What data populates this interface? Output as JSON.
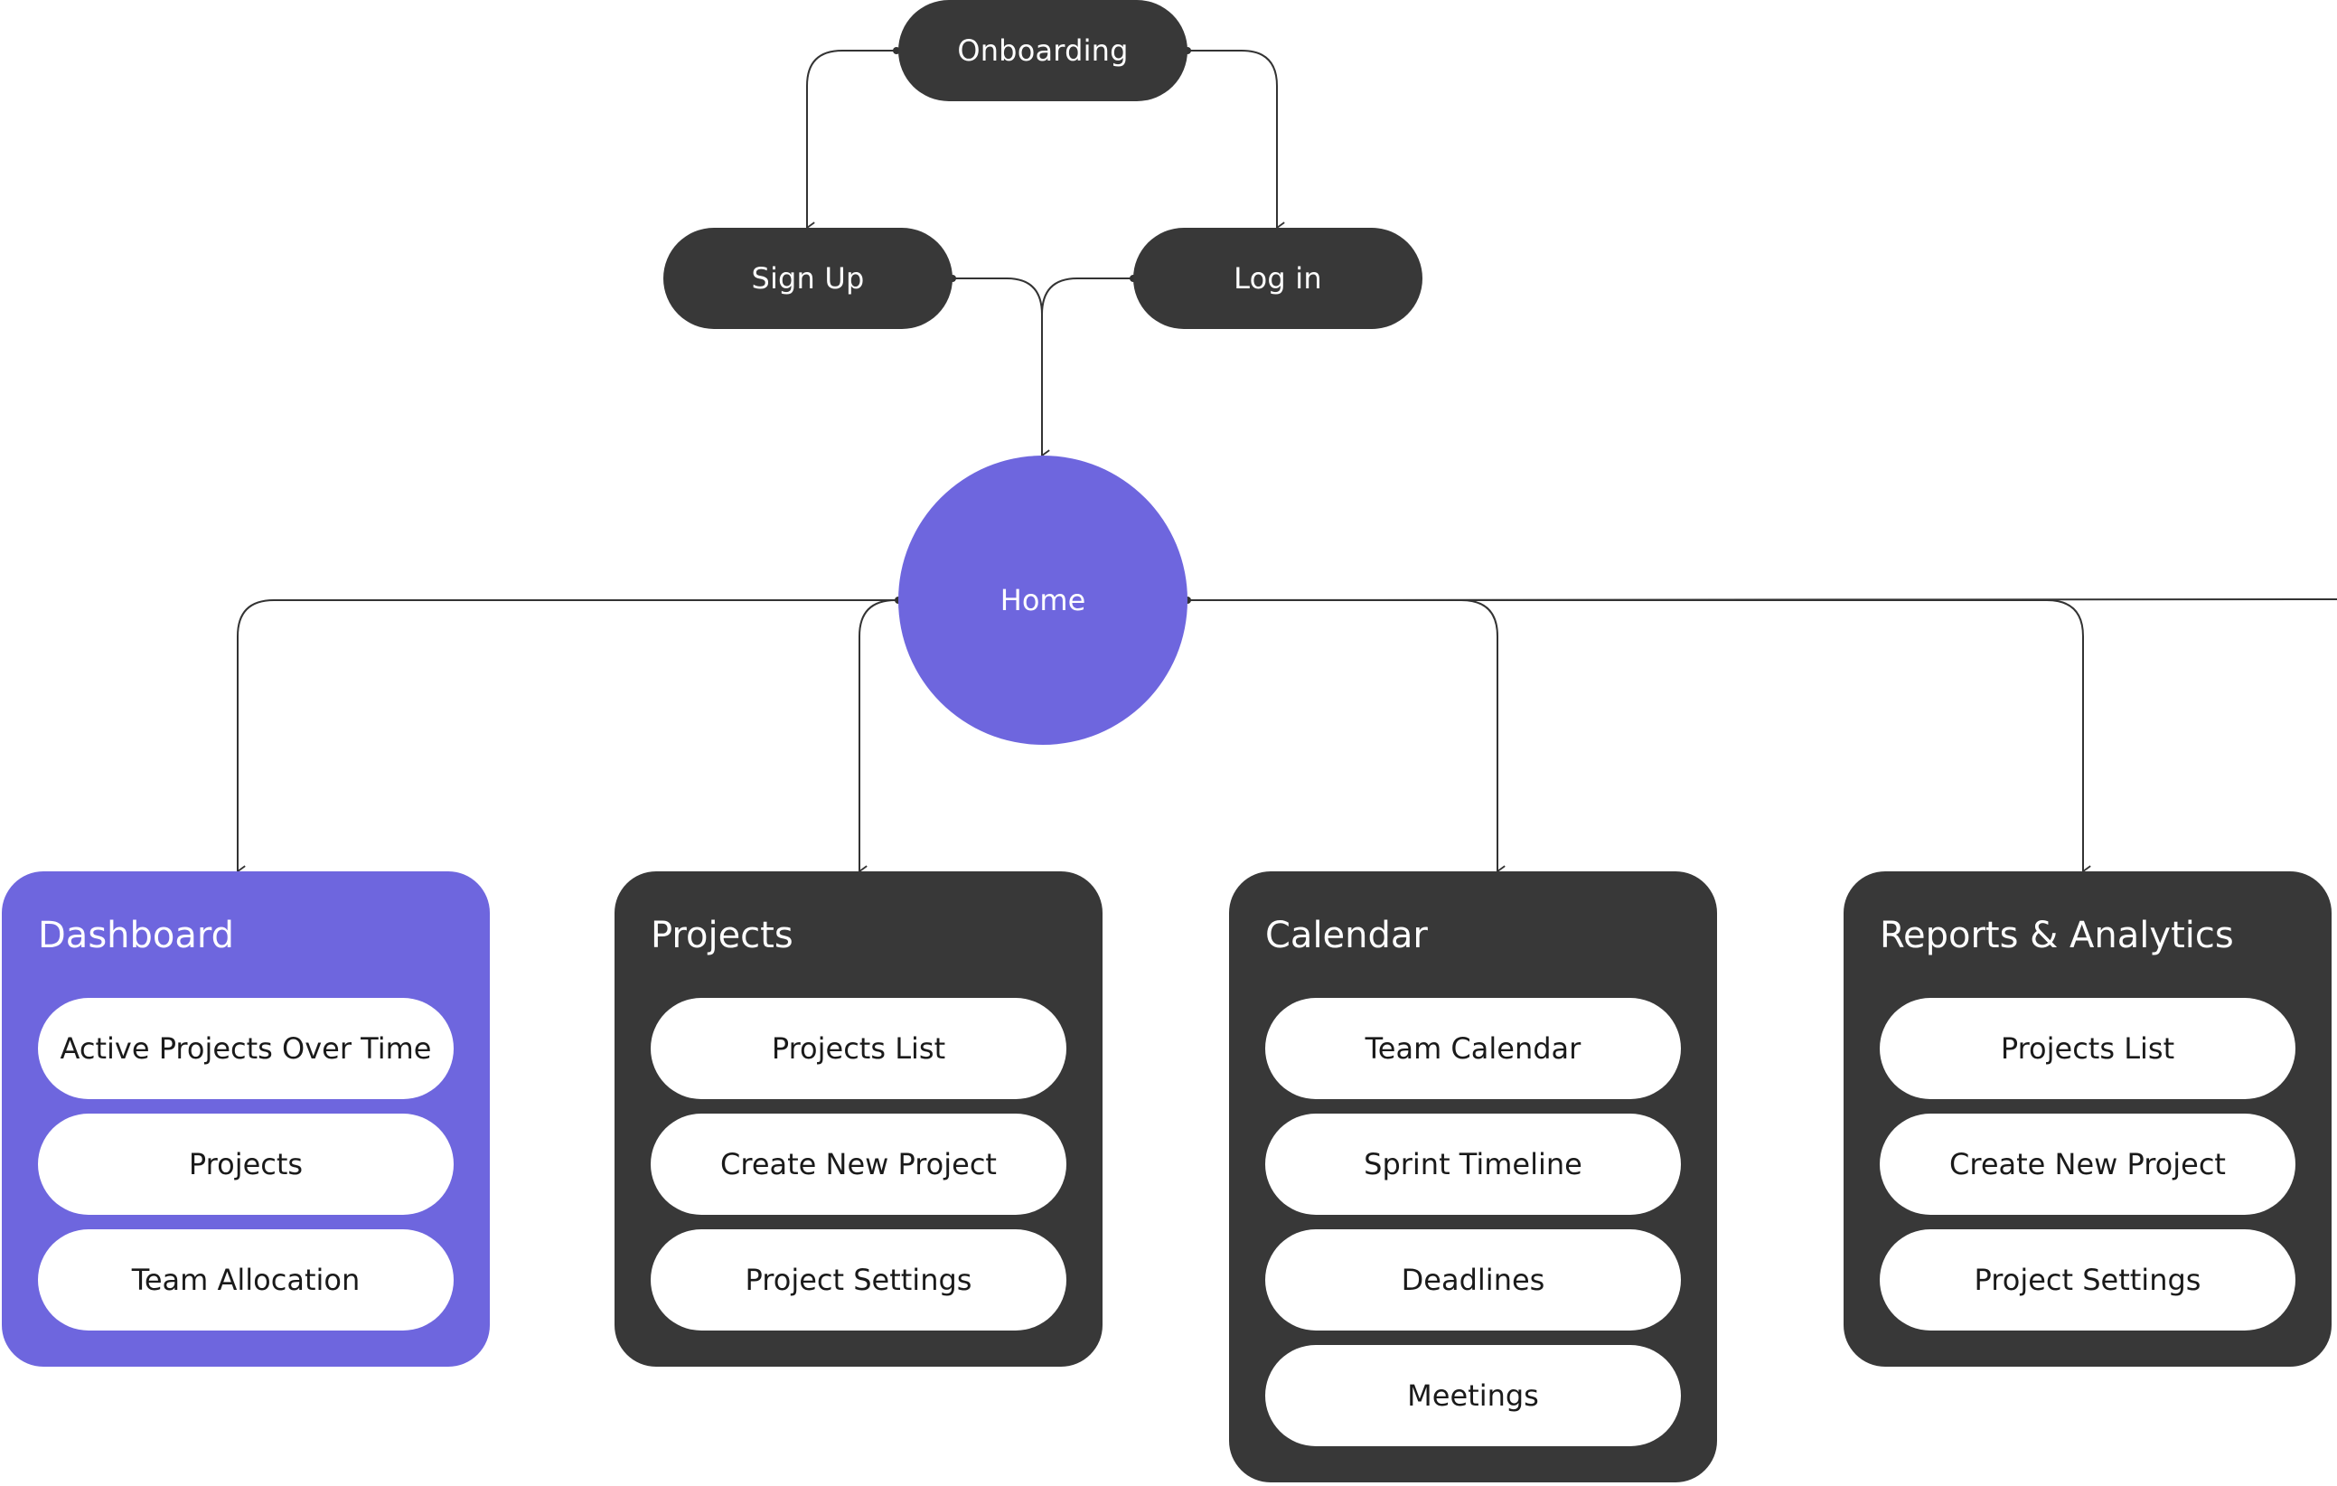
{
  "colors": {
    "dark": "#383838",
    "accent": "#6E66DE",
    "line": "#333333",
    "item_bg": "#ffffff",
    "item_text": "#1a1a1a"
  },
  "nodes": {
    "onboarding": "Onboarding",
    "sign_up": "Sign Up",
    "log_in": "Log in",
    "home": "Home"
  },
  "sections": [
    {
      "title": "Dashboard",
      "accent": true,
      "items": [
        "Active Projects Over Time",
        "Projects",
        "Team Allocation"
      ]
    },
    {
      "title": "Projects",
      "accent": false,
      "items": [
        "Projects List",
        "Create New Project",
        "Project Settings"
      ]
    },
    {
      "title": "Calendar",
      "accent": false,
      "items": [
        "Team Calendar",
        "Sprint Timeline",
        "Deadlines",
        "Meetings"
      ]
    },
    {
      "title": "Reports & Analytics",
      "accent": false,
      "items": [
        "Projects List",
        "Create New Project",
        "Project Settings"
      ]
    }
  ]
}
